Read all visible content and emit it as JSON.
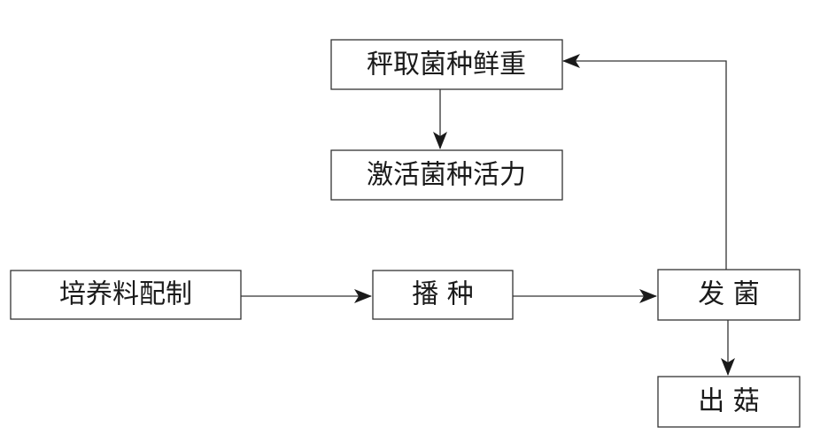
{
  "diagram": {
    "nodes": [
      {
        "id": "weigh",
        "label": "秤取菌种鲜重"
      },
      {
        "id": "activate",
        "label": "激活菌种活力"
      },
      {
        "id": "prepare",
        "label": "培养料配制"
      },
      {
        "id": "sow",
        "label": "播 种"
      },
      {
        "id": "spawn_run",
        "label": "发 菌"
      },
      {
        "id": "fruiting",
        "label": "出 菇"
      }
    ],
    "edges": [
      {
        "from": "weigh",
        "to": "activate"
      },
      {
        "from": "prepare",
        "to": "sow"
      },
      {
        "from": "sow",
        "to": "spawn_run"
      },
      {
        "from": "spawn_run",
        "to": "fruiting"
      },
      {
        "from": "spawn_run",
        "to": "weigh"
      }
    ]
  }
}
